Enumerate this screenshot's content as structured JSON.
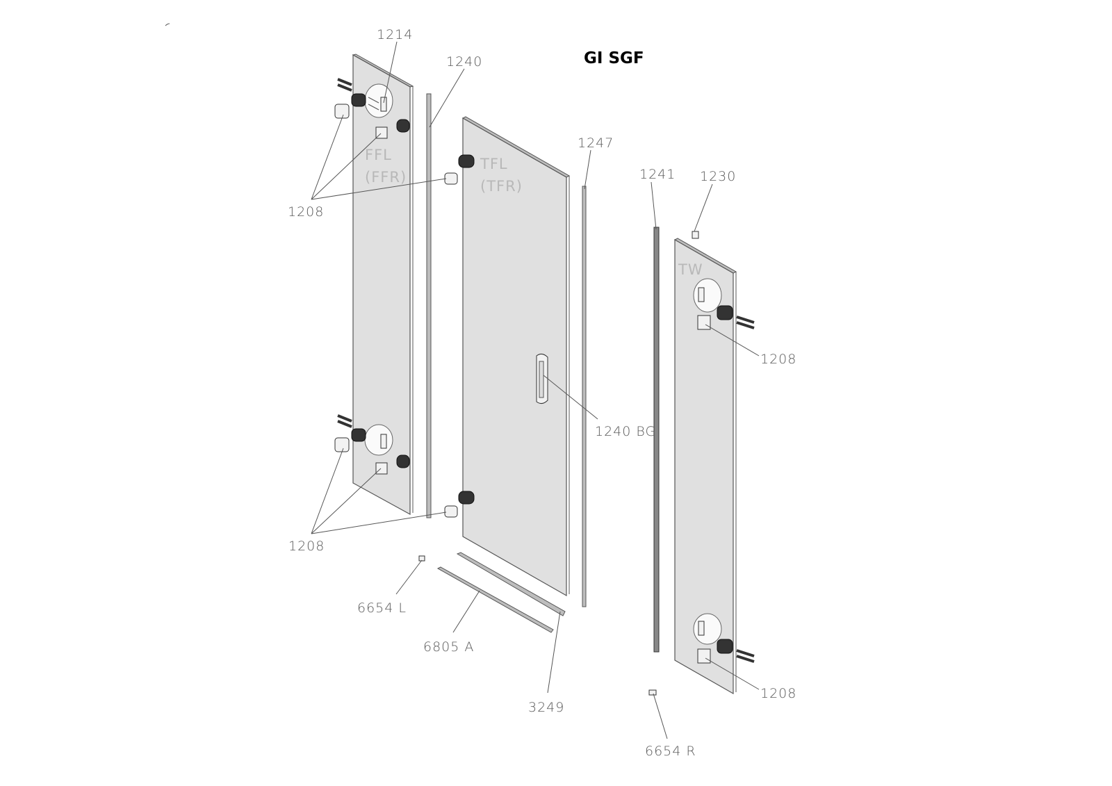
{
  "title": "GI SGF",
  "panels": {
    "fixed": {
      "line1": "FFL",
      "line2": "(FFR)"
    },
    "door": {
      "line1": "TFL",
      "line2": "(TFR)"
    },
    "wall": {
      "line1": "TW"
    }
  },
  "parts": {
    "p1214": "1214",
    "p1240": "1240",
    "p1247": "1247",
    "p1241": "1241",
    "p1230": "1230",
    "p1208_top_left": "1208",
    "p1208_bottom_left": "1208",
    "p1208_top_right": "1208",
    "p1208_bottom_right": "1208",
    "p1240bg": "1240 BG",
    "p6654l": "6654 L",
    "p6805a": "6805 A",
    "p3249": "3249",
    "p6654r": "6654 R"
  }
}
